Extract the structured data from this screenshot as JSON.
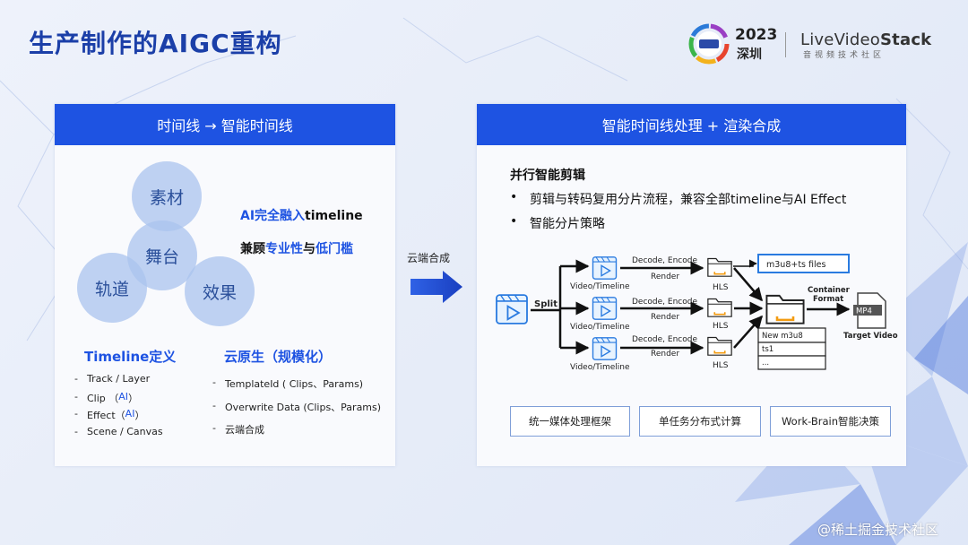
{
  "page": {
    "title": "生产制作的AIGC重构"
  },
  "logo": {
    "year": "2023",
    "city": "深圳",
    "brand_part1": "Live",
    "brand_part2": "Video",
    "brand_part3": "Stack",
    "brand_sub": "音视频技术社区"
  },
  "left_panel": {
    "header": "时间线 → 智能时间线",
    "circles": {
      "top": "素材",
      "middle": "舞台",
      "left": "轨道",
      "right": "效果"
    },
    "highlight1": {
      "a": "AI完全融入",
      "b": "timeline"
    },
    "highlight2": {
      "a": "兼顾",
      "b": "专业性",
      "c": "与",
      "d": "低门槛"
    },
    "timeline_def": {
      "title": "Timeline定义",
      "items": [
        {
          "text": "Track / Layer",
          "ai": ""
        },
        {
          "text": "Clip （",
          "ai": "AI",
          "close": "）"
        },
        {
          "text": "Effect（",
          "ai": "AI",
          "close": "）"
        },
        {
          "text": "Scene / Canvas",
          "ai": ""
        }
      ]
    },
    "cloud_native": {
      "title": "云原生（规模化）",
      "items": [
        "TemplateId ( Clips、Params)",
        "Overwrite Data (Clips、Params)",
        "云端合成"
      ]
    },
    "dash": "-"
  },
  "middle": {
    "arrow_label": "云端合成"
  },
  "right_panel": {
    "header": "智能时间线处理 + 渲染合成",
    "heading": "并行智能剪辑",
    "bullet_symbol": "•",
    "bullets": [
      "剪辑与转码复用分片流程，兼容全部timeline与AI Effect",
      "智能分片策略"
    ],
    "diagram": {
      "split_label": "Split",
      "video_timeline": "Video/Timeline",
      "decode_encode": "Decode, Encode",
      "render": "Render",
      "hls": "HLS",
      "m3u8_files": "m3u8+ts files",
      "container_format_1": "Container",
      "container_format_2": "Format",
      "mp4": "MP4",
      "target_video": "Target Video",
      "list_items": [
        "New m3u8",
        "ts1",
        "..."
      ]
    },
    "footer": [
      "统一媒体处理框架",
      "单任务分布式计算",
      "Work-Brain智能决策"
    ]
  },
  "watermark": "@稀土掘金技术社区",
  "colors": {
    "accent": "#1e53e2",
    "title": "#1b3fa8",
    "circle": "#aac3ee"
  }
}
